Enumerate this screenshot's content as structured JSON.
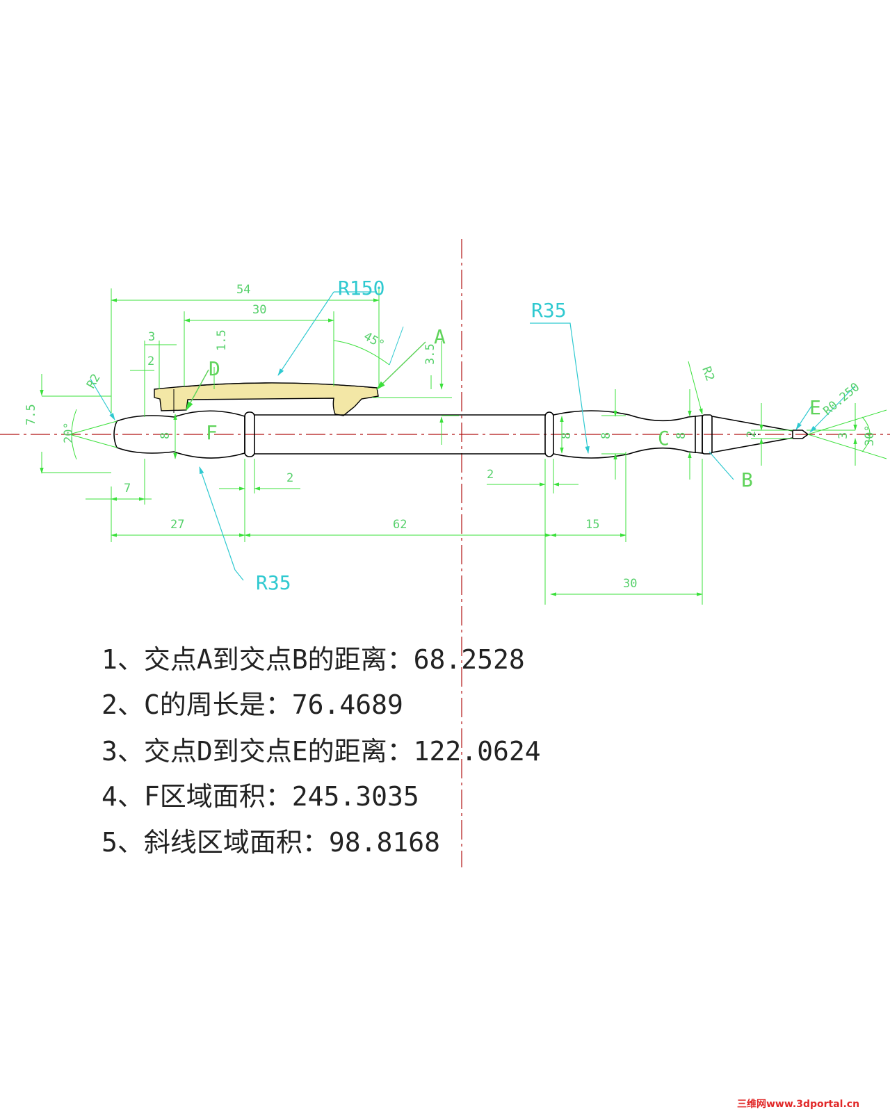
{
  "dimensions": {
    "d54": "54",
    "d30top": "30",
    "d3": "3",
    "d2a": "2",
    "d1_5": "1.5",
    "d45": "45°",
    "d3_5": "3.5",
    "d7_5": "7.5",
    "d20": "20°",
    "r2left": "R2",
    "d8a": "8",
    "d7": "7",
    "d2b": "2",
    "d27": "27",
    "d62": "62",
    "d2c": "2",
    "d15": "15",
    "d30bot": "30",
    "d8b": "8",
    "d8c": "8",
    "d8d": "8",
    "r2right": "R2",
    "d2tip": "2",
    "d3tip": "3",
    "d30deg": "30°",
    "r0_25": "R0.250"
  },
  "labels": {
    "r150": "R150",
    "r35top": "R35",
    "r35bot": "R35",
    "A": "A",
    "B": "B",
    "C": "C",
    "D": "D",
    "E": "E",
    "F": "F"
  },
  "questions": [
    "1、交点A到交点B的距离：68.2528",
    "2、C的周长是：76.4689",
    "3、交点D到交点E的距离：122.0624",
    "4、F区域面积：245.3035",
    "5、斜线区域面积：98.8168"
  ],
  "watermark": "三维网www.3dportal.cn",
  "colors": {
    "outline": "#000000",
    "dimension": "#55d06a",
    "leader": "#2fc9d0",
    "centerline": "#b01010",
    "fill": "#f3e7a6"
  }
}
